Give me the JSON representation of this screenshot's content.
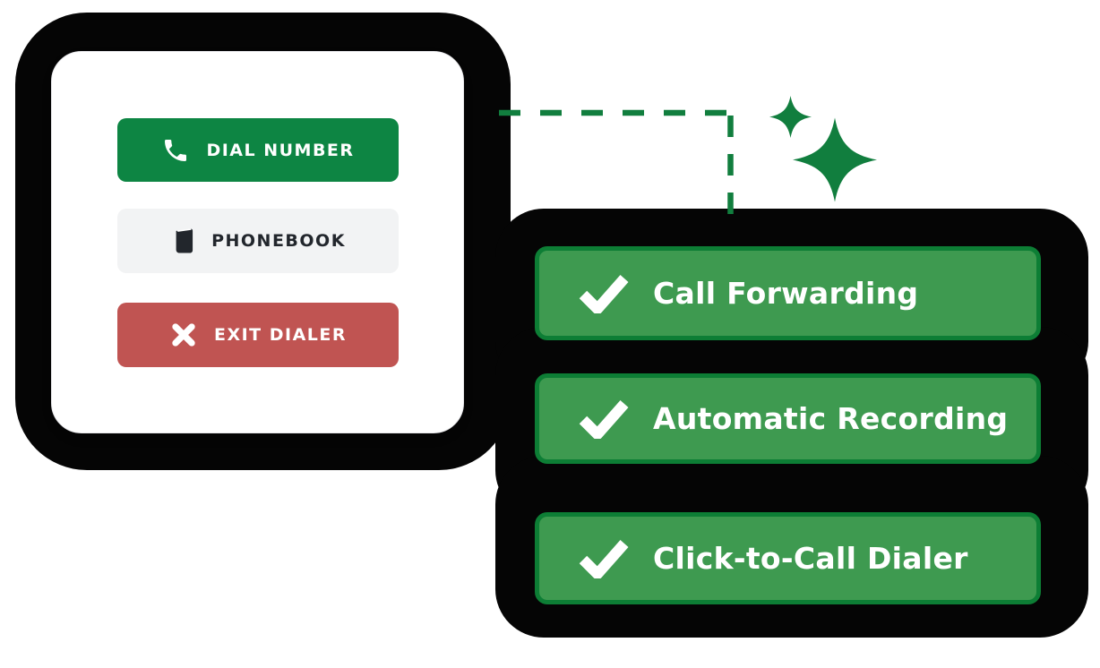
{
  "colors": {
    "page_bg": "#ffffff",
    "ink": "#050505",
    "card_bg": "#ffffff",
    "card_border": "#e9e9ec",
    "green_solid": "#0D8543",
    "green_fill": "#3E9A50",
    "green_border": "#0D7E35",
    "green_accent": "#117E3E",
    "red_solid": "#C05452",
    "gray_fill": "#F2F3F4",
    "dark_text": "#22262C",
    "white": "#ffffff"
  },
  "dialer_panel": {
    "buttons": [
      {
        "label": "DIAL NUMBER",
        "icon": "phone-icon",
        "variant": "green"
      },
      {
        "label": "PHONEBOOK",
        "icon": "book-icon",
        "variant": "gray"
      },
      {
        "label": "EXIT DIALER",
        "icon": "close-icon",
        "variant": "red"
      }
    ]
  },
  "features_panel": {
    "items": [
      {
        "label": "Call Forwarding",
        "icon": "check-icon"
      },
      {
        "label": "Automatic Recording",
        "icon": "check-icon"
      },
      {
        "label": "Click-to-Call Dialer",
        "icon": "check-icon"
      }
    ]
  },
  "decorations": {
    "connector": "dashed-elbow-line",
    "sparkles": "two-four-point-stars"
  }
}
